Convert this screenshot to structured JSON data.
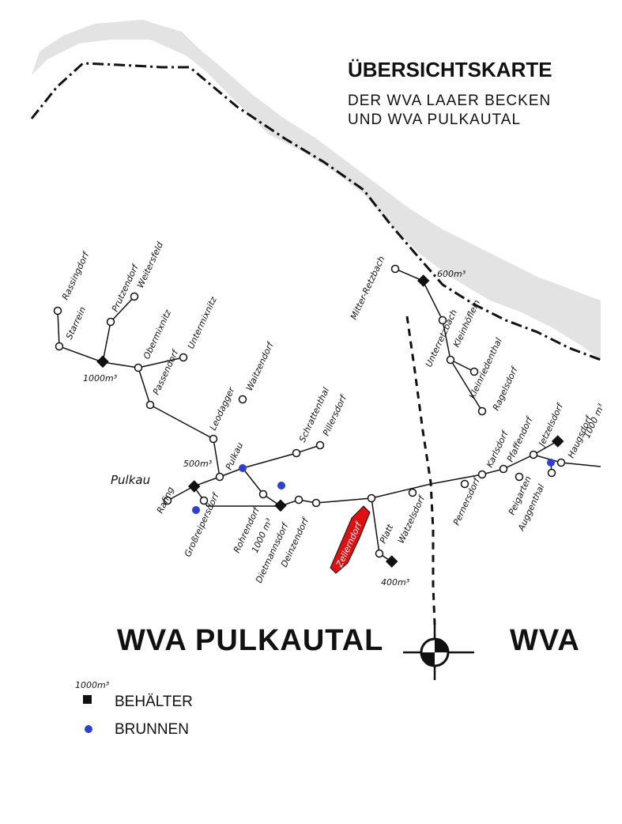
{
  "title": {
    "main": "ÜBERSICHTSKARTE",
    "line1": "DER  WVA  LAAER BECKEN",
    "line2": "UND  WVA  PULKAUTAL"
  },
  "regions": {
    "pulkautal": "WVA PULKAUTAL",
    "right": "WVA"
  },
  "river": "Pulkau",
  "legend": {
    "volume": "1000m³",
    "tank": "BEHÄLTER",
    "well": "BRUNNEN"
  },
  "colors": {
    "tank": "#111111",
    "well": "#2f3fd0",
    "highlight": "#e01010",
    "line": "#111111",
    "border_band": "#d8d8d8"
  },
  "places": {
    "rassingdorf": "Rassingdorf",
    "starrein": "Starrein",
    "prutzendorf": "Prutzendorf",
    "weitersfeld": "Weitersfeld",
    "obermixnitz": "Obermixnitz",
    "untermixnitz": "Untermixnitz",
    "passendorf": "Passendorf",
    "leodagger": "Leodagger",
    "waitzendorf": "Waitzendorf",
    "schrattenthal": "Schrattenthal",
    "pillersdorf": "Pillersdorf",
    "pulkau": "Pulkau",
    "rafing": "Rafing",
    "grossreipersdorf": "Großreipersdorf",
    "rohrendorf": "Rohrendorf",
    "dietmannsdorf": "Dietmannsdorf",
    "deinzendorf": "Deinzendorf",
    "zellerndorf": "Zellerndorf",
    "platt": "Platt",
    "watzelsdorf": "Watzelsdorf",
    "mitter_retzbach": "Mitter-Retzbach",
    "unterretzbach": "Unterretzbach",
    "kleinhoefl": "Kleinhöflein",
    "kleinriedenthal": "Kleinriedenthal",
    "ragelsdorf": "Ragelsdorf",
    "pernersdorf": "Pernersdorf",
    "karlsdorf": "Karlsdorf",
    "pfaffendorf": "Pfaffendorf",
    "jetzelsdorf": "Jetzelsdorf",
    "haugsdorf": "Haugsdorf",
    "peigarten": "Peigarten",
    "auggenthal": "Auggenthal"
  },
  "volumes": {
    "v_starrein": "1000m³",
    "v_pulkau": "500m³",
    "v_dietmannsdorf": "1000 m³",
    "v_platt": "400m³",
    "v_mitter": "600m³",
    "v_jetzelsdorf": "1000 m³"
  }
}
